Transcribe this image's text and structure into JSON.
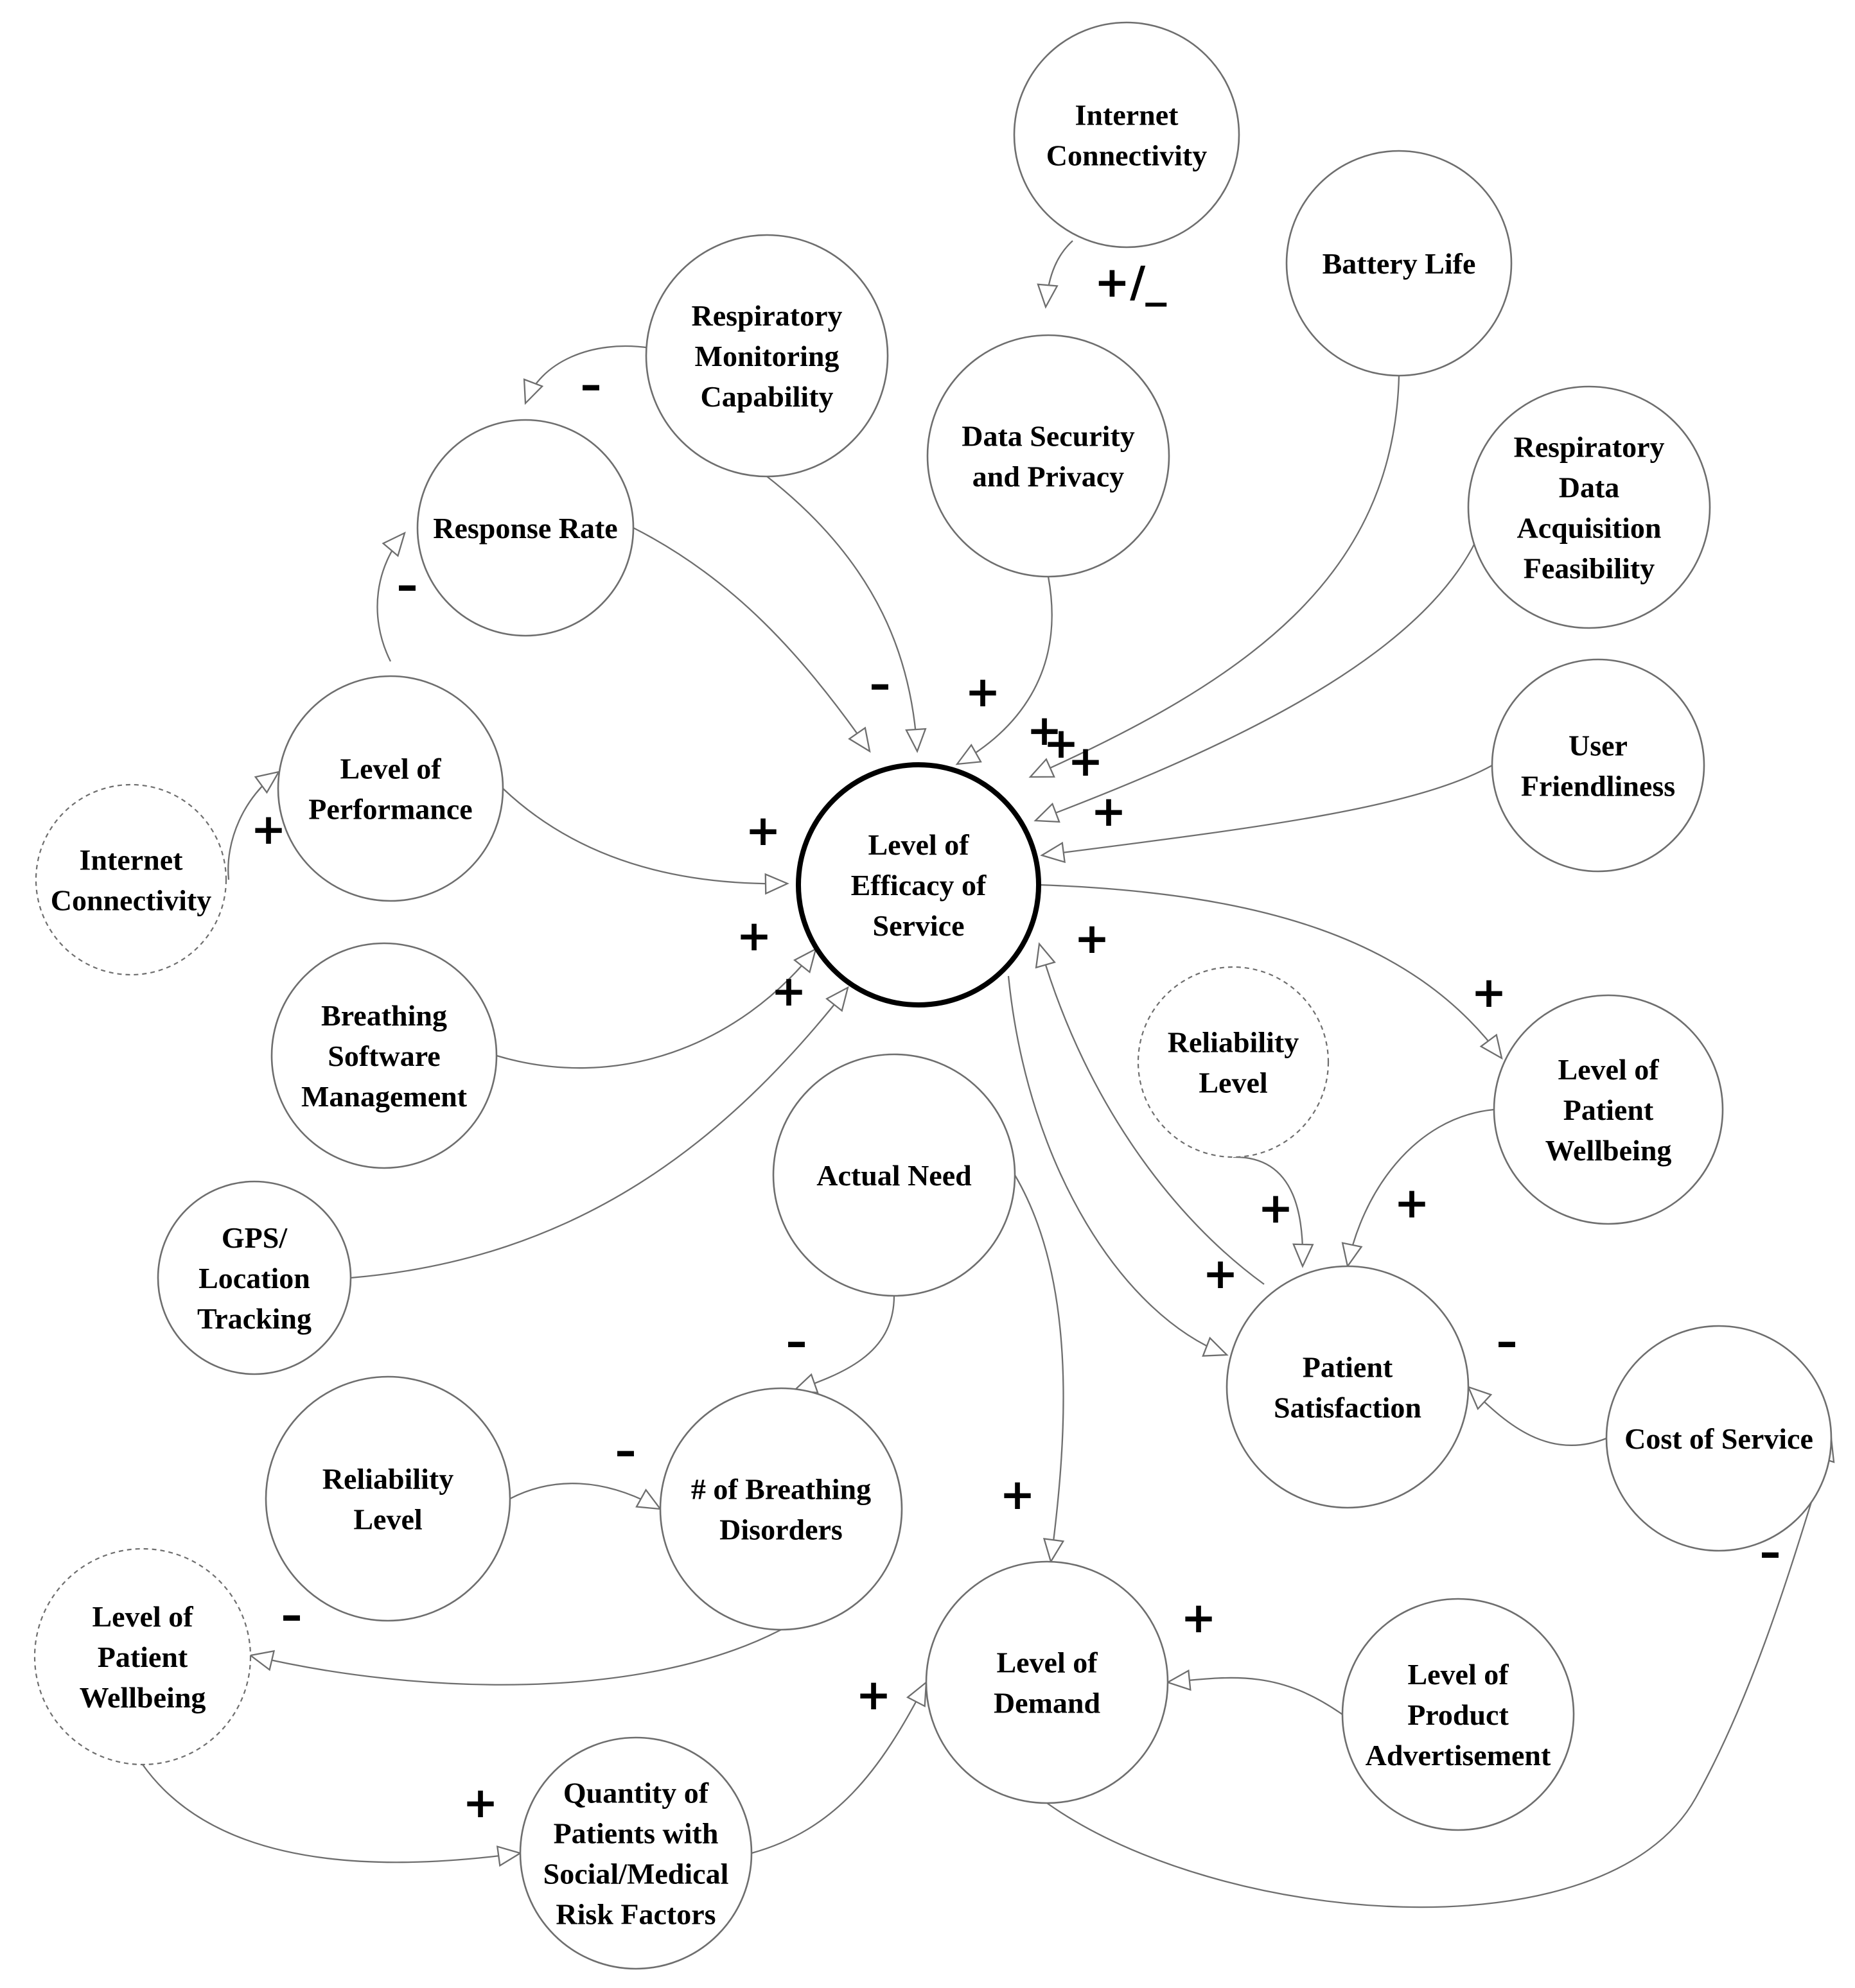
{
  "nodes": [
    {
      "id": "internet-connectivity-top",
      "lines": [
        "Internet",
        "Connectivity"
      ],
      "style": "solid"
    },
    {
      "id": "battery-life",
      "lines": [
        "Battery Life"
      ],
      "style": "solid"
    },
    {
      "id": "respiratory-monitoring-capability",
      "lines": [
        "Respiratory",
        "Monitoring",
        "Capability"
      ],
      "style": "solid"
    },
    {
      "id": "data-security-privacy",
      "lines": [
        "Data Security",
        "and Privacy"
      ],
      "style": "solid"
    },
    {
      "id": "respiratory-data-acquisition",
      "lines": [
        "Respiratory",
        "Data",
        "Acquisition",
        "Feasibility"
      ],
      "style": "solid"
    },
    {
      "id": "response-rate",
      "lines": [
        "Response Rate"
      ],
      "style": "solid"
    },
    {
      "id": "level-of-performance",
      "lines": [
        "Level of",
        "Performance"
      ],
      "style": "solid"
    },
    {
      "id": "user-friendliness",
      "lines": [
        "User",
        "Friendliness"
      ],
      "style": "solid"
    },
    {
      "id": "internet-connectivity-left",
      "lines": [
        "Internet",
        "Connectivity"
      ],
      "style": "dashed"
    },
    {
      "id": "level-of-efficacy",
      "lines": [
        "Level of",
        "Efficacy of",
        "Service"
      ],
      "style": "central"
    },
    {
      "id": "breathing-software-management",
      "lines": [
        "Breathing",
        "Software",
        "Management"
      ],
      "style": "solid"
    },
    {
      "id": "reliability-level-right",
      "lines": [
        "Reliability",
        "Level"
      ],
      "style": "dashed"
    },
    {
      "id": "level-of-patient-wellbeing-right",
      "lines": [
        "Level of",
        "Patient",
        "Wellbeing"
      ],
      "style": "solid"
    },
    {
      "id": "actual-need",
      "lines": [
        "Actual Need"
      ],
      "style": "solid"
    },
    {
      "id": "gps-location-tracking",
      "lines": [
        "GPS/",
        "Location",
        "Tracking"
      ],
      "style": "solid"
    },
    {
      "id": "patient-satisfaction",
      "lines": [
        "Patient",
        "Satisfaction"
      ],
      "style": "solid"
    },
    {
      "id": "cost-of-service",
      "lines": [
        "Cost of Service"
      ],
      "style": "solid"
    },
    {
      "id": "reliability-level-left",
      "lines": [
        "Reliability",
        "Level"
      ],
      "style": "solid"
    },
    {
      "id": "breathing-disorders",
      "lines": [
        "# of Breathing",
        "Disorders"
      ],
      "style": "solid"
    },
    {
      "id": "level-of-patient-wellbeing-left",
      "lines": [
        "Level of",
        "Patient",
        "Wellbeing"
      ],
      "style": "dashed"
    },
    {
      "id": "level-of-demand",
      "lines": [
        "Level of",
        "Demand"
      ],
      "style": "solid"
    },
    {
      "id": "level-of-product-advertisement",
      "lines": [
        "Level of",
        "Product",
        "Advertisement"
      ],
      "style": "solid"
    },
    {
      "id": "quantity-of-patients-risk",
      "lines": [
        "Quantity of",
        "Patients with",
        "Social/Medical",
        "Risk Factors"
      ],
      "style": "solid"
    }
  ],
  "edges": [
    {
      "id": "e1",
      "from": "internet-connectivity-top",
      "to": "data-security-privacy",
      "sign": "+/_"
    },
    {
      "id": "e2",
      "from": "respiratory-monitoring-capability",
      "to": "response-rate",
      "sign": "–"
    },
    {
      "id": "e3",
      "from": "level-of-performance",
      "to": "response-rate",
      "sign": "–"
    },
    {
      "id": "e4",
      "from": "response-rate",
      "to": "level-of-efficacy",
      "sign": "–"
    },
    {
      "id": "e5",
      "from": "respiratory-monitoring-capability",
      "to": "level-of-efficacy",
      "sign": "+"
    },
    {
      "id": "e6",
      "from": "data-security-privacy",
      "to": "level-of-efficacy",
      "sign": "+"
    },
    {
      "id": "e7",
      "from": "battery-life",
      "to": "level-of-efficacy",
      "sign": "+"
    },
    {
      "id": "e8",
      "from": "respiratory-data-acquisition",
      "to": "level-of-efficacy",
      "sign": "+"
    },
    {
      "id": "e9",
      "from": "user-friendliness",
      "to": "level-of-efficacy",
      "sign": "+"
    },
    {
      "id": "e10",
      "from": "internet-connectivity-left",
      "to": "level-of-performance",
      "sign": "+"
    },
    {
      "id": "e11",
      "from": "level-of-performance",
      "to": "level-of-efficacy",
      "sign": "+"
    },
    {
      "id": "e12",
      "from": "breathing-software-management",
      "to": "level-of-efficacy",
      "sign": "+"
    },
    {
      "id": "e13",
      "from": "gps-location-tracking",
      "to": "level-of-efficacy",
      "sign": "+"
    },
    {
      "id": "e14",
      "from": "level-of-efficacy",
      "to": "level-of-patient-wellbeing-right",
      "sign": "+"
    },
    {
      "id": "e15",
      "from": "patient-satisfaction",
      "to": "level-of-efficacy",
      "sign": "+"
    },
    {
      "id": "e16",
      "from": "level-of-efficacy",
      "to": "patient-satisfaction",
      "sign": "+"
    },
    {
      "id": "e17",
      "from": "reliability-level-right",
      "to": "patient-satisfaction",
      "sign": "+"
    },
    {
      "id": "e18",
      "from": "level-of-patient-wellbeing-right",
      "to": "patient-satisfaction",
      "sign": "+"
    },
    {
      "id": "e19",
      "from": "cost-of-service",
      "to": "patient-satisfaction",
      "sign": "–"
    },
    {
      "id": "e20",
      "from": "actual-need",
      "to": "breathing-disorders",
      "sign": "–"
    },
    {
      "id": "e21",
      "from": "actual-need",
      "to": "level-of-demand",
      "sign": "+"
    },
    {
      "id": "e22",
      "from": "reliability-level-left",
      "to": "breathing-disorders",
      "sign": "–"
    },
    {
      "id": "e23",
      "from": "breathing-disorders",
      "to": "level-of-patient-wellbeing-left",
      "sign": "–"
    },
    {
      "id": "e24",
      "from": "level-of-patient-wellbeing-left",
      "to": "quantity-of-patients-risk",
      "sign": "+"
    },
    {
      "id": "e25",
      "from": "quantity-of-patients-risk",
      "to": "level-of-demand",
      "sign": "+"
    },
    {
      "id": "e26",
      "from": "level-of-product-advertisement",
      "to": "level-of-demand",
      "sign": "+"
    },
    {
      "id": "e27",
      "from": "level-of-demand",
      "to": "cost-of-service",
      "sign": "–"
    }
  ]
}
